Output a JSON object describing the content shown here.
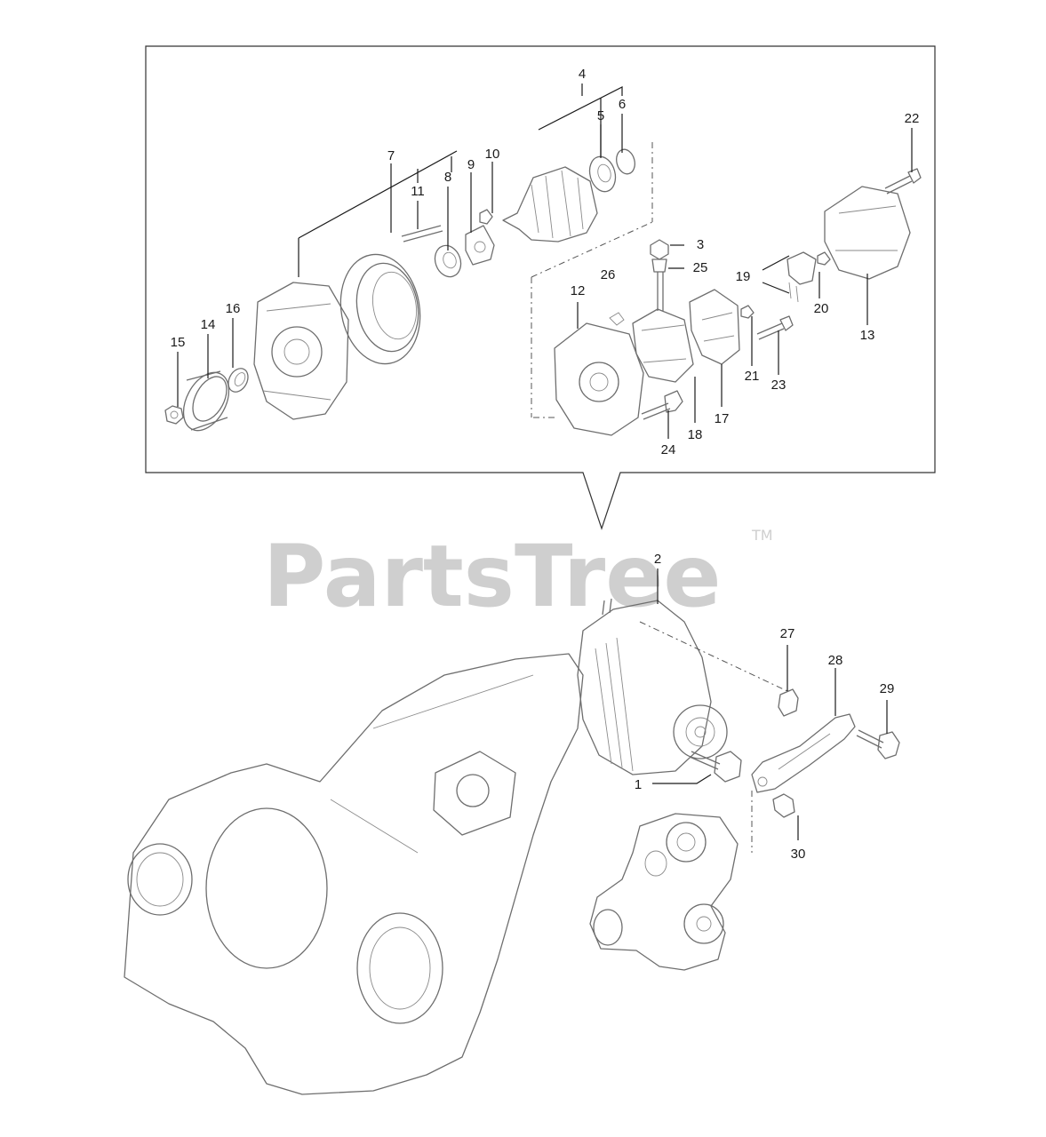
{
  "watermark": {
    "brand": "PartsTree",
    "trademark": "TM"
  },
  "callouts": [
    {
      "id": "1",
      "label": "1"
    },
    {
      "id": "2",
      "label": "2"
    },
    {
      "id": "3",
      "label": "3"
    },
    {
      "id": "4",
      "label": "4"
    },
    {
      "id": "5",
      "label": "5"
    },
    {
      "id": "6",
      "label": "6"
    },
    {
      "id": "7",
      "label": "7"
    },
    {
      "id": "8",
      "label": "8"
    },
    {
      "id": "9",
      "label": "9"
    },
    {
      "id": "10",
      "label": "10"
    },
    {
      "id": "11",
      "label": "11"
    },
    {
      "id": "12",
      "label": "12"
    },
    {
      "id": "13",
      "label": "13"
    },
    {
      "id": "14",
      "label": "14"
    },
    {
      "id": "15",
      "label": "15"
    },
    {
      "id": "16",
      "label": "16"
    },
    {
      "id": "17",
      "label": "17"
    },
    {
      "id": "18",
      "label": "18"
    },
    {
      "id": "19",
      "label": "19"
    },
    {
      "id": "20",
      "label": "20"
    },
    {
      "id": "21",
      "label": "21"
    },
    {
      "id": "22",
      "label": "22"
    },
    {
      "id": "23",
      "label": "23"
    },
    {
      "id": "24",
      "label": "24"
    },
    {
      "id": "25",
      "label": "25"
    },
    {
      "id": "26",
      "label": "26"
    },
    {
      "id": "27",
      "label": "27"
    },
    {
      "id": "28",
      "label": "28"
    },
    {
      "id": "29",
      "label": "29"
    },
    {
      "id": "30",
      "label": "30"
    }
  ]
}
